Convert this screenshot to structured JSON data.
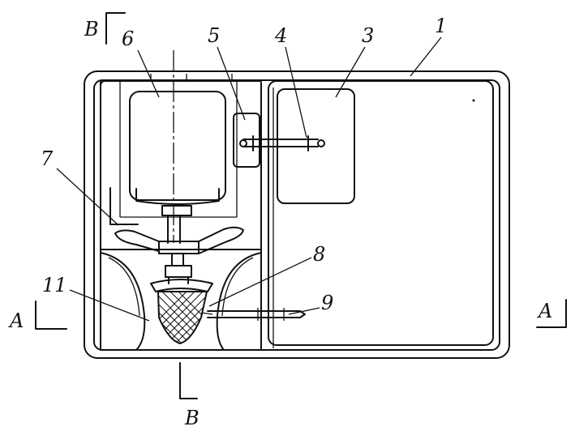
{
  "figure": {
    "section_marks": {
      "b_top": "B",
      "b_bottom": "B",
      "a_left": "A",
      "a_right": "A"
    },
    "part_labels": {
      "p1": "1",
      "p3": "3",
      "p4": "4",
      "p5": "5",
      "p6": "6",
      "p7": "7",
      "p8": "8",
      "p9": "9",
      "p11": "11"
    }
  }
}
